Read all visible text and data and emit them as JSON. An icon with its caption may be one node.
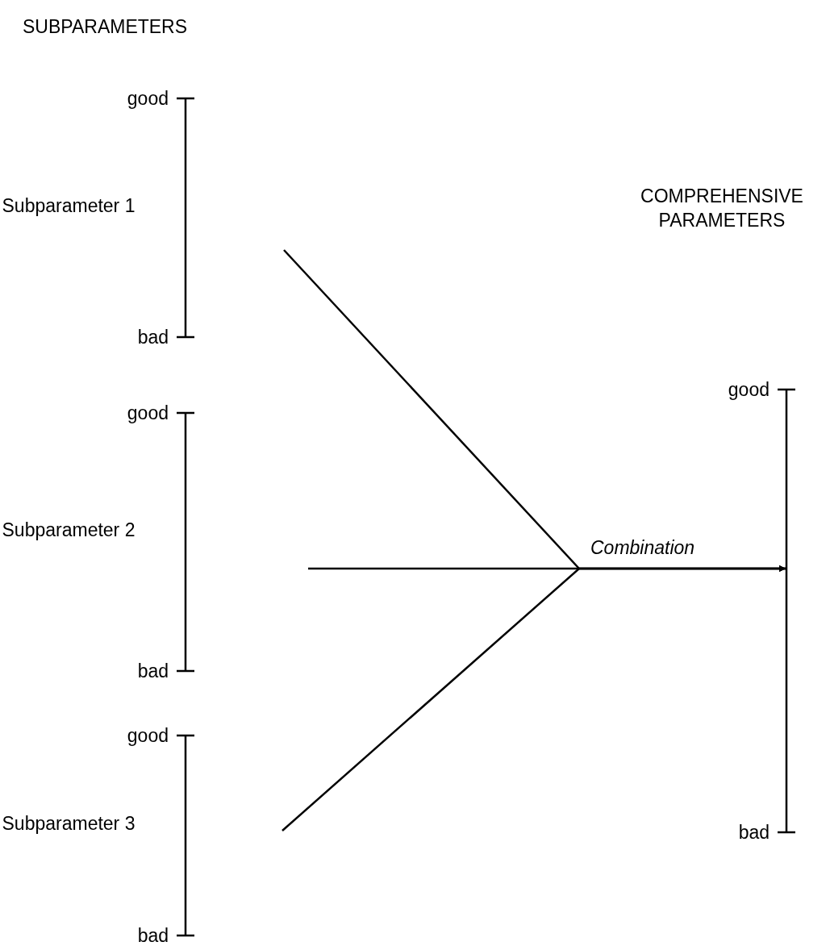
{
  "diagram": {
    "nodes": [
      {
        "text": [
          "good",
          "Subparameter 1",
          "bad"
        ]
      },
      {
        "text": [
          "good",
          "Subparameter 2",
          "bad"
        ]
      },
      {
        "text": [
          "good",
          "Subparameter 3",
          "bad"
        ]
      },
      {
        "text": [
          "good",
          "bad"
        ]
      }
    ],
    "edges": [
      {
        "from": null,
        "to": 3,
        "arrow": "to"
      },
      {
        "from": null,
        "to": 3,
        "arrow": "to",
        "label": "Combination"
      },
      {
        "from": null,
        "to": 3,
        "arrow": "to"
      }
    ],
    "labels": [
      "SUBPARAMETERS",
      "COMPREHENSIVE PARAMETERS"
    ]
  }
}
